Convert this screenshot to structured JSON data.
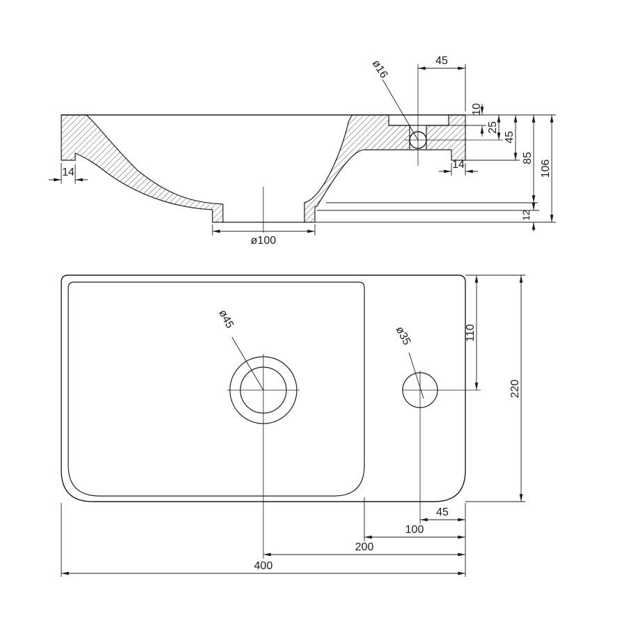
{
  "colors": {
    "line": "#1c1c1c",
    "background": "#ffffff"
  },
  "section": {
    "dims": {
      "top_45": "45",
      "dia16": "ø16",
      "d10": "10",
      "d25": "25",
      "d45": "45",
      "d85": "85",
      "d106": "106",
      "d12": "12",
      "left_14": "14",
      "right_14": "14",
      "dia100": "ø100"
    }
  },
  "plan": {
    "dims": {
      "dia45": "ø45",
      "dia35": "ø35",
      "d110": "110",
      "d220": "220",
      "d45": "45",
      "d100": "100",
      "d200": "200",
      "d400": "400"
    }
  }
}
